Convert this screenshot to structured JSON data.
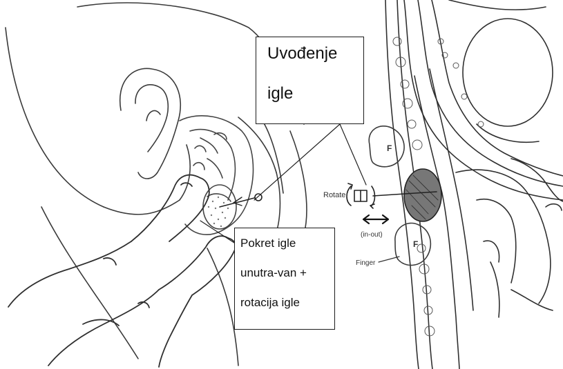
{
  "callouts": {
    "insertion": {
      "line1": "Uvođenje",
      "line2": "igle"
    },
    "motion": {
      "line1": "Pokret igle",
      "line2": "unutra-van +",
      "line3": "rotacija igle"
    }
  },
  "figure_labels": {
    "rotate": "Rotate",
    "in_out": "(in-out)",
    "finger": "Finger",
    "finger_marker": "F"
  }
}
